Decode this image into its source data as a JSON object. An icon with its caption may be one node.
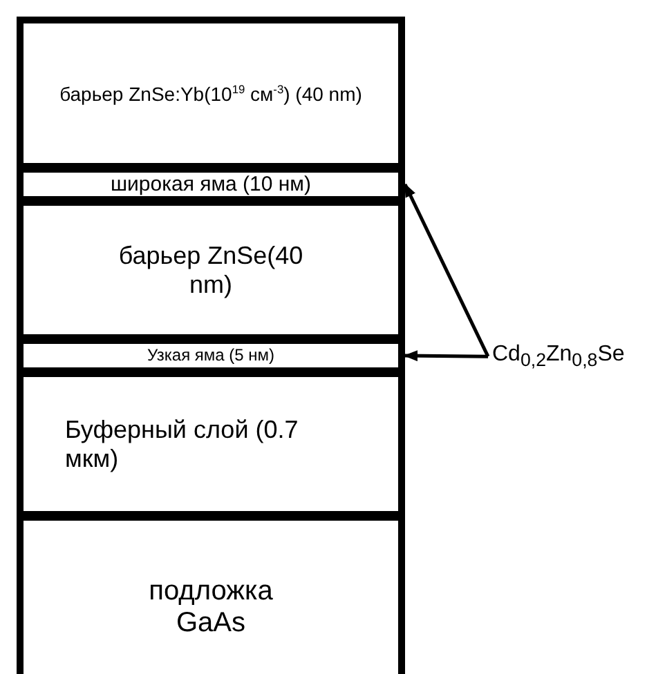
{
  "diagram": {
    "nodes": [
      {
        "text": [
          "барьер ZnSe:Yb(10$^{19}$ см$^{-3}$) (40 nm)"
        ]
      },
      {
        "text": [
          "широкая яма (10 нм)"
        ]
      },
      {
        "text": [
          "барьер ZnSe(40 nm)"
        ]
      },
      {
        "text": [
          "Узкая яма (5 нм)"
        ]
      },
      {
        "text": [
          "Буферный слой (0.7 мкм)"
        ]
      },
      {
        "text": [
          "подложка GaAs"
        ]
      },
      {
        "text": [
          "Cd$_{0,2}$Zn$_{0,8}$Se"
        ]
      }
    ],
    "edges": [
      {
        "from": 6,
        "to": 1,
        "arrow": "to"
      },
      {
        "from": 6,
        "to": 3,
        "arrow": "to"
      }
    ]
  }
}
